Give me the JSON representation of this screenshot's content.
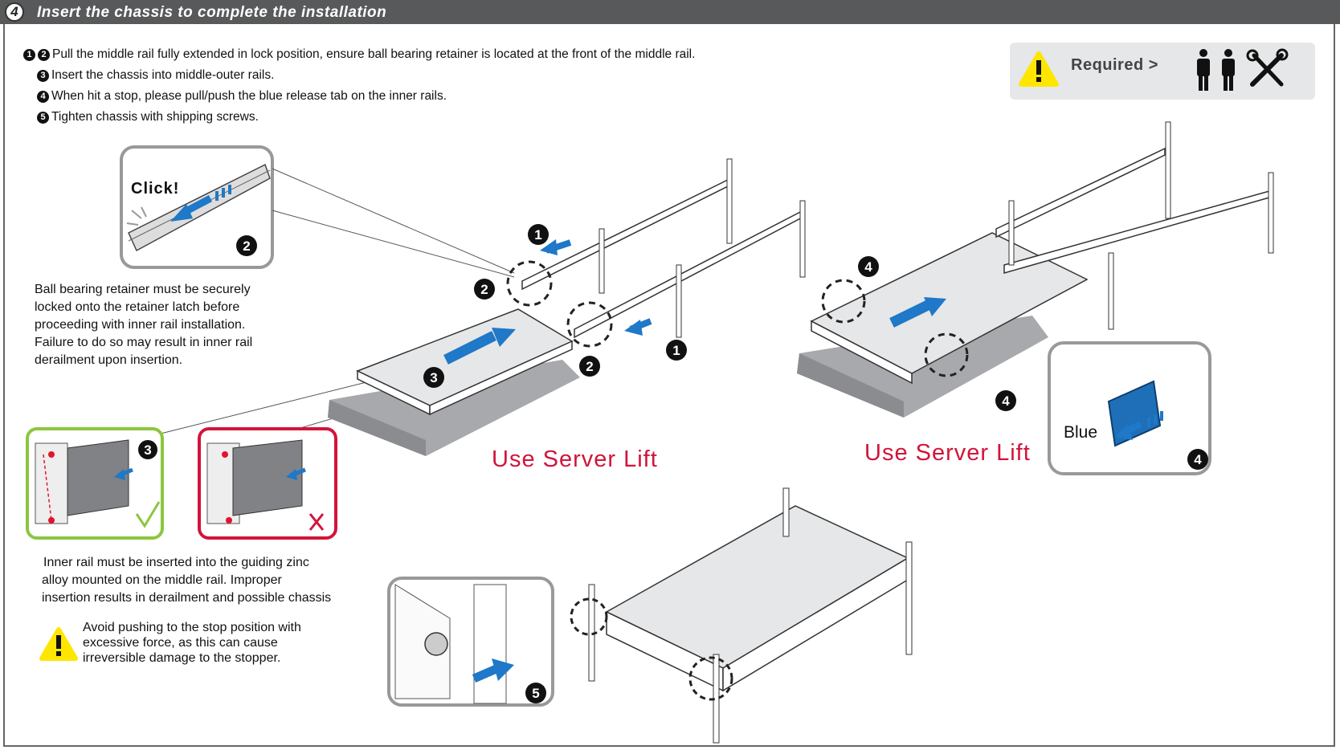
{
  "header": {
    "badge": "4",
    "title": "Insert the chassis to complete the installation"
  },
  "steps": [
    {
      "markers": [
        "1",
        "2"
      ],
      "text": "Pull the middle rail fully extended in lock position, ensure ball bearing retainer is located at the front of the middle rail."
    },
    {
      "markers": [
        "3"
      ],
      "text": "Insert the chassis into middle-outer rails."
    },
    {
      "markers": [
        "4"
      ],
      "text": "When hit a stop, please pull/push the blue release tab on the inner rails."
    },
    {
      "markers": [
        "5"
      ],
      "text": "Tighten chassis with shipping screws."
    }
  ],
  "required": {
    "label": "Required >",
    "icons": [
      "warning-icon",
      "person-icon",
      "person-icon",
      "tools-icon"
    ]
  },
  "callouts": {
    "click_label": "Click!",
    "blue_label": "Blue",
    "use_server_lift_1": "Use Server Lift",
    "use_server_lift_2": "Use Server Lift"
  },
  "notes": {
    "retainer": [
      "Ball bearing retainer must be securely",
      "locked onto the retainer latch before",
      "proceeding with inner rail installation.",
      "Failure to do so may result in inner rail",
      "derailment upon insertion."
    ],
    "inner_rail": [
      "Inner rail must be inserted into the guiding zinc",
      "alloy mounted on the middle rail. Improper",
      "insertion results in derailment and possible chassis"
    ],
    "force_warning": [
      "Avoid pushing to the stop position with",
      "excessive force, as this can cause",
      "irreversible damage to the stopper."
    ]
  },
  "step_badges": {
    "one": "1",
    "two": "2",
    "three": "3",
    "four": "4",
    "five": "5"
  },
  "colors": {
    "header_bg": "#58595b",
    "arrow_blue": "#1f78c8",
    "lift_red": "#d2143a",
    "ok_green": "#8cc63f",
    "bad_red": "#d2143a",
    "warn_yellow": "#ffe600",
    "panel_gray": "#e6e7e8"
  }
}
